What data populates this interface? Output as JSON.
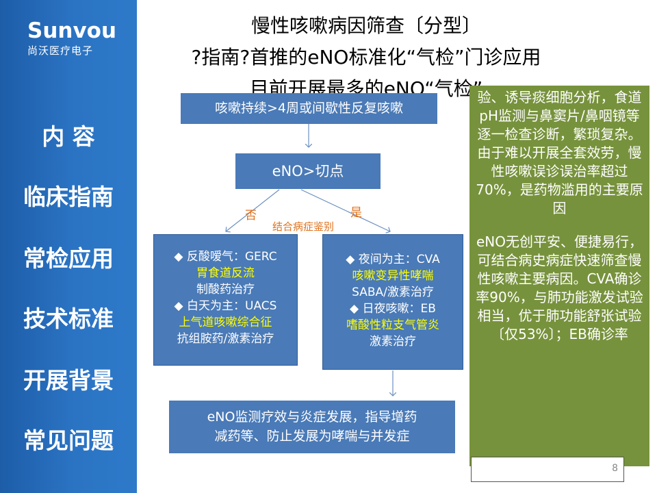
{
  "sidebar": {
    "logo_word": "Sunvou",
    "logo_sub": "尚沃医疗电子",
    "nav": [
      "内 容",
      "临床指南",
      "常检应用",
      "技术标准",
      "开展背景",
      "常见问题"
    ]
  },
  "title": {
    "line1": "慢性咳嗽病因筛查〔分型〕",
    "line2": "?指南?首推的eNO标准化“气检”门诊应用",
    "line3": "目前开展最多的eNO“气检”"
  },
  "flow": {
    "start": "咳嗽持续>4周或间歇性反复咳嗽",
    "eno": "eNO>切点",
    "no_label": "否",
    "yes_label": "是",
    "combine_label": "结合病症鉴别",
    "left": {
      "line1": "◆ 反酸嗳气：GERC",
      "line2": "胃食道反流",
      "line3": "制酸药治疗",
      "line4": "◆ 白天为主：UACS",
      "line5": "上气道咳嗽综合征",
      "line6": "抗组胺药/激素治疗"
    },
    "right": {
      "line1": "◆ 夜间为主：CVA",
      "line2": "咳嗽变异性哮喘",
      "line3": "SABA/激素治疗",
      "line4": "◆ 日夜咳嗽：EB",
      "line5": "嗜酸性粒支气管炎",
      "line6": "激素治疗"
    },
    "bottom_line1": "eNO监测疗效与炎症发展，指导增药",
    "bottom_line2": "减药等、防止发展为哮喘与并发症"
  },
  "panel": {
    "para1": "验、诱导痰细胞分析，食道pH监测与鼻窦片/鼻咽镜等逐一检查诊断，繁琐复杂。由于难以开展全套效劳，慢性咳嗽误诊误治率超过70%，是药物滥用的主要原因",
    "para2": "eNO无创平安、便捷易行，可结合病史病症快速筛查慢性咳嗽主要病因。CVA确诊率90%，与肺功能激发试验相当，优于肺功能舒张试验〔仅53%〕；EB确诊率"
  },
  "page_number": "8",
  "colors": {
    "sidebar": "#2b74c4",
    "flow_box": "#4a7ab7",
    "highlight": "#ffff00",
    "label_orange": "#e0711c",
    "panel_green": "#77923c"
  }
}
